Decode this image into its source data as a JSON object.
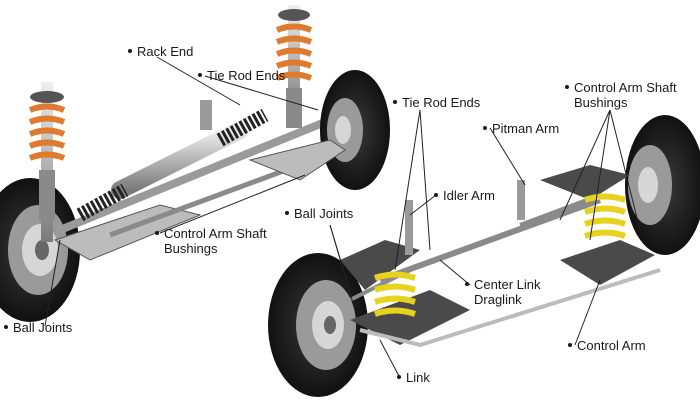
{
  "labels": {
    "rack_end": "Rack End",
    "tie_rod_ends_left": "Tie Rod Ends",
    "control_arm_shaft_bushings_left_1": "Control Arm Shaft",
    "control_arm_shaft_bushings_left_2": "Bushings",
    "ball_joints_left": "Ball Joints",
    "tie_rod_ends_right": "Tie Rod Ends",
    "pitman_arm": "Pitman Arm",
    "control_arm_shaft_bushings_right_1": "Control Arm Shaft",
    "control_arm_shaft_bushings_right_2": "Bushings",
    "idler_arm": "Idler Arm",
    "ball_joints_right": "Ball Joints",
    "center_link_1": "Center Link",
    "center_link_2": "Draglink",
    "control_arm": "Control Arm",
    "link": "Link"
  },
  "colors": {
    "coil_spring_orange": "#e07a2e",
    "coil_spring_yellow": "#e8d21e",
    "tire": "#1c1c1c",
    "metal": "#bfbfbf",
    "dark_metal": "#555555"
  }
}
